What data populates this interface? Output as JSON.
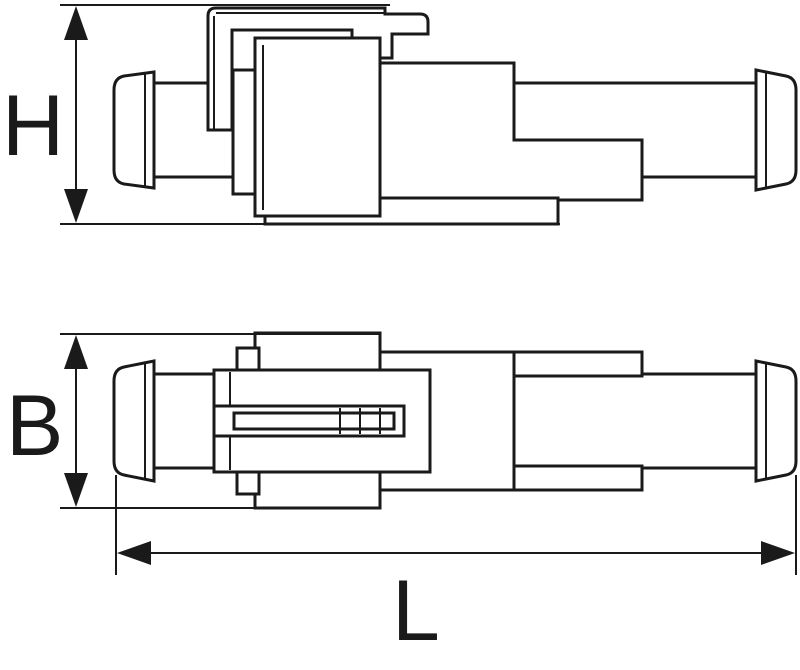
{
  "dimensions": {
    "height_label": "H",
    "width_label": "B",
    "length_label": "L"
  },
  "colors": {
    "line": "#1a1a1a",
    "background": "#ffffff"
  }
}
